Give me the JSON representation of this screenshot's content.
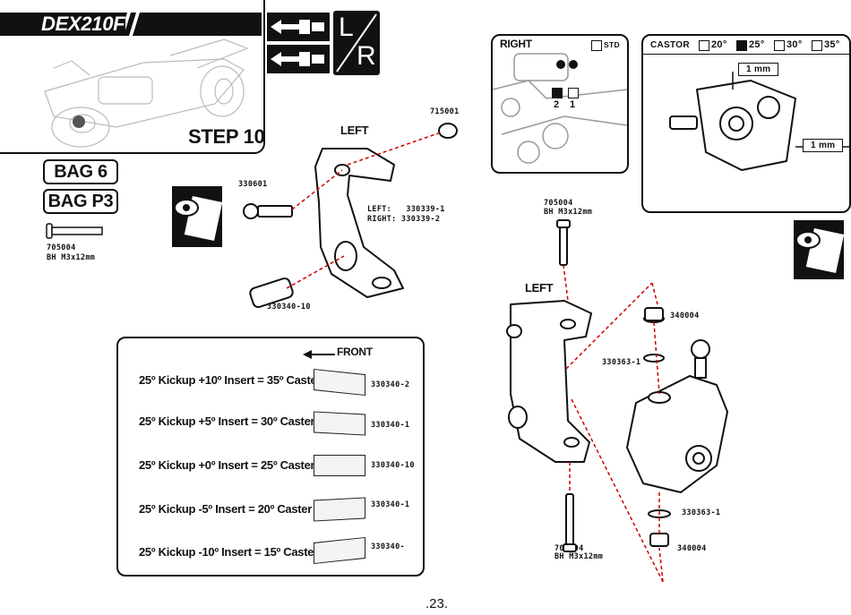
{
  "header": {
    "brand": "DEX210F",
    "step": "STEP 10"
  },
  "bags": [
    "BAG 6",
    "BAG P3"
  ],
  "hardware_top": {
    "code": "705004",
    "desc": "BH M3x12mm"
  },
  "lr_badge": {
    "l": "L",
    "r": "R"
  },
  "parts_upper": {
    "side": "LEFT",
    "nut": "715001",
    "screw": "330601",
    "hub": "LEFT:   330339-1\nRIGHT: 330339-2",
    "insert": "330340-10"
  },
  "right_panel": {
    "title": "RIGHT",
    "std": "STD",
    "pos": [
      "2",
      "1"
    ]
  },
  "castor_panel": {
    "title": "CASTOR",
    "options": [
      "20°",
      "25°",
      "30°",
      "35°"
    ],
    "selected": "25°",
    "dim1": "1 mm",
    "dim2": "1 mm"
  },
  "caster_table": {
    "front": "FRONT",
    "rows": [
      {
        "text": "25º Kickup +10º Insert = 35º Caster",
        "part": "330340-2"
      },
      {
        "text": "25º Kickup +5º Insert = 30º Caster",
        "part": "330340-1"
      },
      {
        "text": "25º Kickup +0º Insert = 25º Caster",
        "part": "330340-10"
      },
      {
        "text": "25º Kickup -5º Insert = 20º Caster",
        "part": "330340-1"
      },
      {
        "text": "25º Kickup -10º Insert = 15º Caster",
        "part": "330340-"
      }
    ]
  },
  "parts_lower": {
    "side": "LEFT",
    "pin_top": {
      "code": "705004",
      "desc": "BH M3x12mm"
    },
    "pin_bottom": {
      "code": "705004",
      "desc": "BH M3x12mm"
    },
    "bush_top": "340004",
    "bush_bottom": "340004",
    "washer_top": "330363-1",
    "washer_bottom": "330363-1"
  },
  "page_number": ".23."
}
